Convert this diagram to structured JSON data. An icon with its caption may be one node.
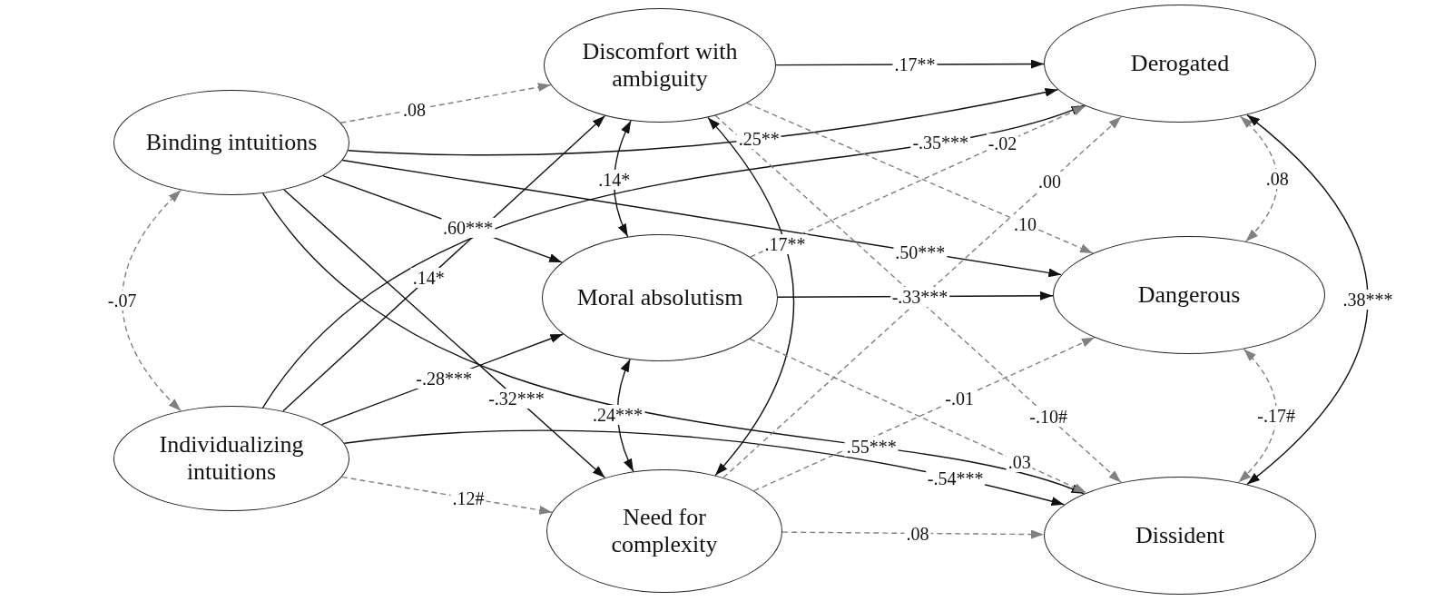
{
  "diagram": {
    "nodes": [
      {
        "text": [
          "Binding intuitions"
        ]
      },
      {
        "text": [
          "Individualizing intuitions"
        ]
      },
      {
        "text": [
          "Discomfort with ambiguity"
        ]
      },
      {
        "text": [
          "Moral absolutism"
        ]
      },
      {
        "text": [
          "Need for complexity"
        ]
      },
      {
        "text": [
          "Derogated"
        ]
      },
      {
        "text": [
          "Dangerous"
        ]
      },
      {
        "text": [
          "Dissident"
        ]
      }
    ],
    "edges": [
      {
        "from": 0,
        "to": 1,
        "arrow": "both",
        "label": "-.07",
        "style": "dashed",
        "color": "#808080"
      },
      {
        "from": 0,
        "to": 2,
        "arrow": "to",
        "label": ".08",
        "style": "dashed",
        "color": "#808080"
      },
      {
        "from": 0,
        "to": 5,
        "arrow": "to",
        "label": ".25**"
      },
      {
        "from": 0,
        "to": 6,
        "arrow": "to",
        "label": ".50***"
      },
      {
        "from": 0,
        "to": 3,
        "arrow": "to",
        "label": ".60***"
      },
      {
        "from": 0,
        "to": 4,
        "arrow": "to",
        "label": "-.32***"
      },
      {
        "from": 0,
        "to": 7,
        "arrow": "to",
        "label": ".55***"
      },
      {
        "from": 1,
        "to": 2,
        "arrow": "to",
        "label": ".14*"
      },
      {
        "from": 1,
        "to": 3,
        "arrow": "to",
        "label": "-.28***"
      },
      {
        "from": 1,
        "to": 5,
        "arrow": "to",
        "label": "-.35***"
      },
      {
        "from": 1,
        "to": 7,
        "arrow": "to",
        "label": "-.54***"
      },
      {
        "from": 1,
        "to": 4,
        "arrow": "to",
        "label": ".12#",
        "style": "dashed",
        "color": "#808080"
      },
      {
        "from": 2,
        "to": 5,
        "arrow": "to",
        "label": ".17**"
      },
      {
        "from": 2,
        "to": 6,
        "arrow": "to",
        "label": ".10",
        "style": "dashed",
        "color": "#808080"
      },
      {
        "from": 2,
        "to": 7,
        "arrow": "to",
        "label": "-.10#",
        "style": "dashed",
        "color": "#808080"
      },
      {
        "from": 2,
        "to": 3,
        "arrow": "both",
        "label": ".14*"
      },
      {
        "from": 2,
        "to": 4,
        "arrow": "both",
        "label": ".17**"
      },
      {
        "from": 3,
        "to": 4,
        "arrow": "both",
        "label": ".24***"
      },
      {
        "from": 3,
        "to": 5,
        "arrow": "to",
        "label": "-.02",
        "style": "dashed",
        "color": "#808080"
      },
      {
        "from": 3,
        "to": 6,
        "arrow": "to",
        "label": "-.33***"
      },
      {
        "from": 3,
        "to": 7,
        "arrow": "to",
        "label": ".03",
        "style": "dashed",
        "color": "#808080"
      },
      {
        "from": 4,
        "to": 5,
        "arrow": "to",
        "label": ".00",
        "style": "dashed",
        "color": "#808080"
      },
      {
        "from": 4,
        "to": 6,
        "arrow": "to",
        "label": "-.01",
        "style": "dashed",
        "color": "#808080"
      },
      {
        "from": 4,
        "to": 7,
        "arrow": "to",
        "label": ".08",
        "style": "dashed",
        "color": "#808080"
      },
      {
        "from": 5,
        "to": 6,
        "arrow": "both",
        "label": ".08",
        "style": "dashed",
        "color": "#808080"
      },
      {
        "from": 6,
        "to": 7,
        "arrow": "both",
        "label": "-.17#",
        "style": "dashed",
        "color": "#808080"
      },
      {
        "from": 5,
        "to": 7,
        "arrow": "both",
        "label": ".38***"
      }
    ]
  }
}
